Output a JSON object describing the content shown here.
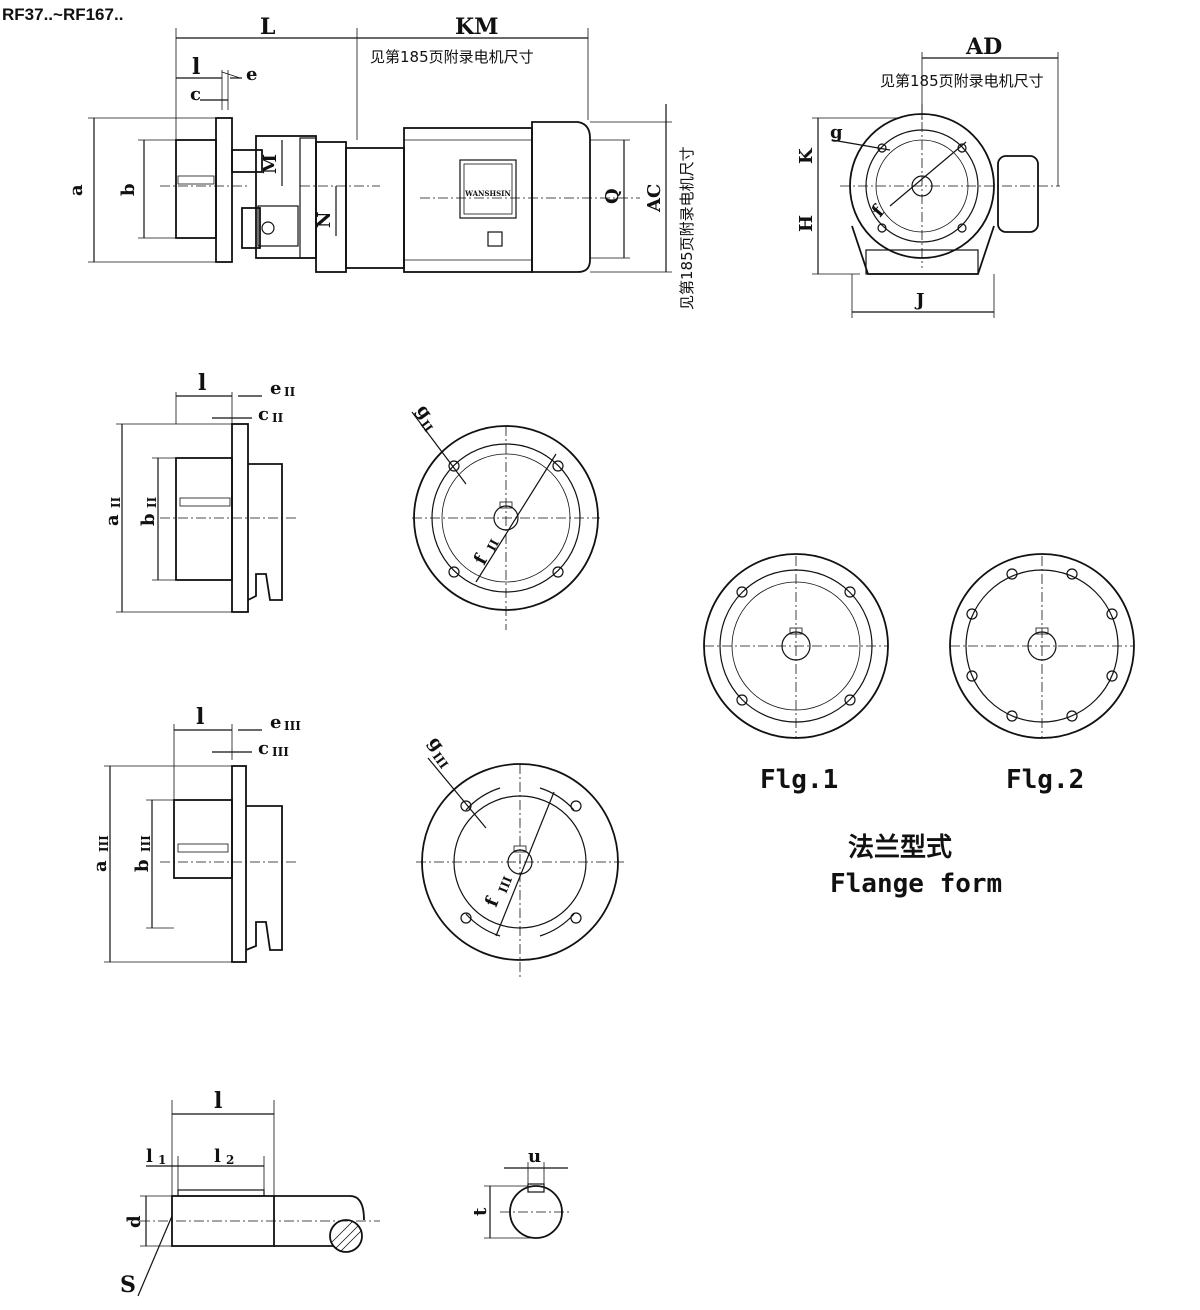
{
  "header": {
    "series_title": "RF37..~RF167.."
  },
  "main_view": {
    "dim_L": "L",
    "dim_KM": "KM",
    "note_motor": "见第185页附录电机尺寸",
    "dim_l": "l",
    "dim_e": "e",
    "dim_c": "c",
    "dim_a": "a",
    "dim_b": "b",
    "dim_M": "M",
    "dim_N": "N",
    "dim_Q": "Q",
    "dim_AC": "AC",
    "note_motor_vertical": "见第185页附录电机尺寸",
    "brand": "WANSHSIN"
  },
  "side_view": {
    "dim_AD": "AD",
    "note_motor": "见第185页附录电机尺寸",
    "dim_g": "g",
    "dim_K": "K",
    "dim_H": "H",
    "dim_f": "f",
    "dim_J": "J"
  },
  "flange_II": {
    "dim_l": "l",
    "dim_e": "e",
    "dim_e_sub": "II",
    "dim_c": "c",
    "dim_c_sub": "II",
    "dim_a": "a",
    "dim_a_sub": "II",
    "dim_b": "b",
    "dim_b_sub": "II",
    "dim_g": "g",
    "dim_g_sub": "II",
    "dim_f": "f",
    "dim_f_sub": "II"
  },
  "flange_III": {
    "dim_l": "l",
    "dim_e": "e",
    "dim_e_sub": "III",
    "dim_c": "c",
    "dim_c_sub": "III",
    "dim_a": "a",
    "dim_a_sub": "III",
    "dim_b": "b",
    "dim_b_sub": "III",
    "dim_g": "g",
    "dim_g_sub": "III",
    "dim_f": "f",
    "dim_f_sub": "III"
  },
  "figures": {
    "fig1": "Flg.1",
    "fig2": "Flg.2"
  },
  "flange_form": {
    "title_cn": "法兰型式",
    "title_en": "Flange form"
  },
  "shaft": {
    "dim_l": "l",
    "dim_l1": "l",
    "dim_l1_sub": "1",
    "dim_l2": "l",
    "dim_l2_sub": "2",
    "dim_d": "d",
    "dim_S": "S",
    "dim_u": "u",
    "dim_t": "t"
  }
}
